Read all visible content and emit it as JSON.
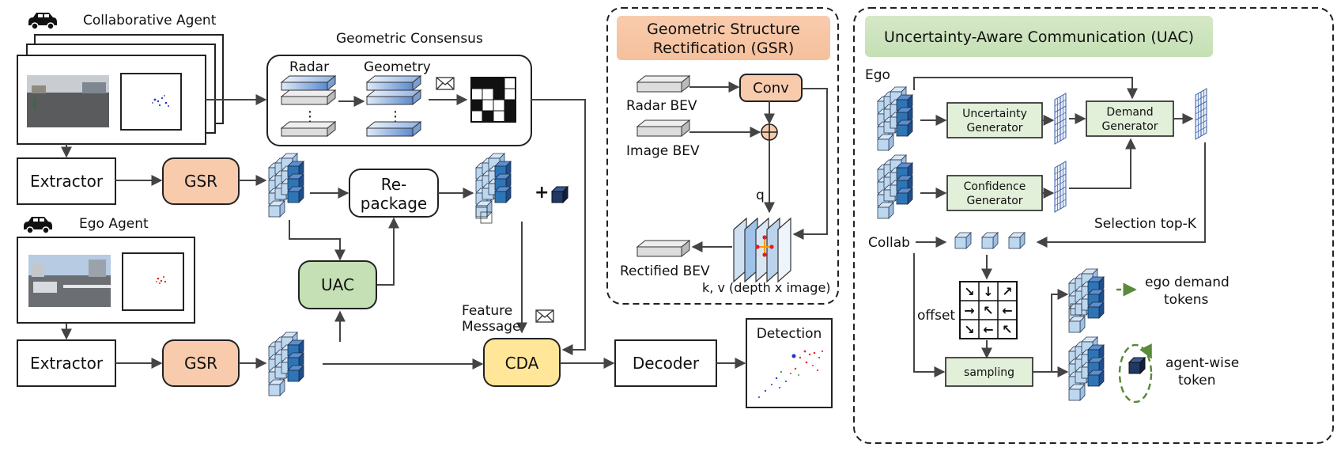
{
  "collab": {
    "title": "Collaborative Agent",
    "consensus_title": "Geometric Consensus",
    "radar": "Radar",
    "geometry": "Geometry",
    "extractor": "Extractor",
    "gsr": "GSR",
    "repackage_1": "Re-",
    "repackage_2": "package",
    "plus": "+"
  },
  "ego": {
    "title": "Ego Agent",
    "extractor": "Extractor",
    "gsr": "GSR",
    "uac": "UAC",
    "feature_1": "Feature",
    "feature_2": "Message",
    "cda": "CDA",
    "decoder": "Decoder",
    "detection": "Detection"
  },
  "gsr_panel": {
    "title_1": "Geometric Structure",
    "title_2": "Rectification (GSR)",
    "radar_bev": "Radar BEV",
    "image_bev": "Image BEV",
    "conv": "Conv",
    "q": "q",
    "rectified_bev": "Rectified BEV",
    "kv": "k, v (depth x image)"
  },
  "uac_panel": {
    "title": "Uncertainty-Aware Communication (UAC)",
    "ego": "Ego",
    "collab": "Collab",
    "uncertainty_1": "Uncertainty",
    "uncertainty_2": "Generator",
    "demand_1": "Demand",
    "demand_2": "Generator",
    "confidence_1": "Confidence",
    "confidence_2": "Generator",
    "selection": "Selection top-K",
    "offset": "offset",
    "sampling": "sampling",
    "ego_demand_1": "ego demand",
    "ego_demand_2": "tokens",
    "agent_wise_1": "agent-wise",
    "agent_wise_2": "token"
  },
  "colors": {
    "gsr_fill": "#f8cbad",
    "uac_fill": "#c5e0b4",
    "cda_fill": "#ffe699",
    "light_green": "#e2efd9",
    "cube_light": "#bdd7ee",
    "cube_dark": "#2e75b6",
    "token_navy": "#1f3864"
  }
}
